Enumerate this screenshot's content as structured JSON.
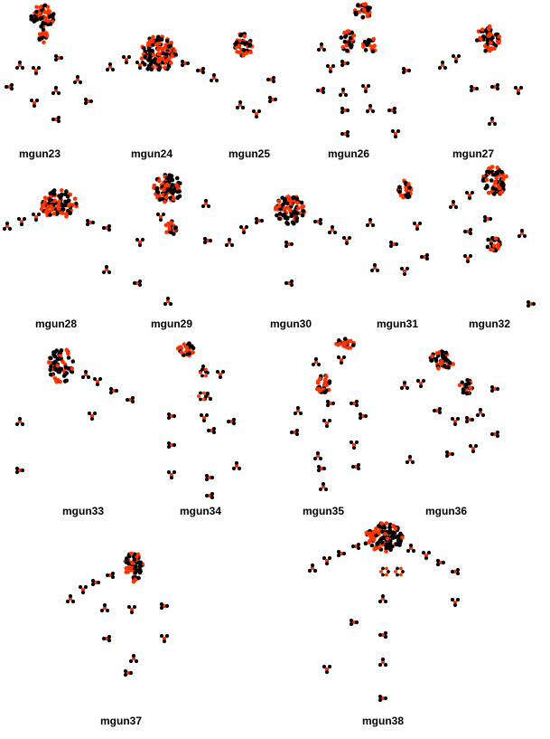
{
  "colors": {
    "cell": "#000000",
    "accent": "#ff3300",
    "background": "#ffffff"
  },
  "figures": [
    {
      "id": "mgun23",
      "caption": "mgun23"
    },
    {
      "id": "mgun24",
      "caption": "mgun24"
    },
    {
      "id": "mgun25",
      "caption": "mgun25"
    },
    {
      "id": "mgun26",
      "caption": "mgun26"
    },
    {
      "id": "mgun27",
      "caption": "mgun27"
    },
    {
      "id": "mgun28",
      "caption": "mgun28"
    },
    {
      "id": "mgun29",
      "caption": "mgun29"
    },
    {
      "id": "mgun30",
      "caption": "mgun30"
    },
    {
      "id": "mgun31",
      "caption": "mgun31"
    },
    {
      "id": "mgun32",
      "caption": "mgun32"
    },
    {
      "id": "mgun33",
      "caption": "mgun33"
    },
    {
      "id": "mgun34",
      "caption": "mgun34"
    },
    {
      "id": "mgun35",
      "caption": "mgun35"
    },
    {
      "id": "mgun36",
      "caption": "mgun36"
    },
    {
      "id": "mgun37",
      "caption": "mgun37"
    },
    {
      "id": "mgun38",
      "caption": "mgun38"
    }
  ]
}
